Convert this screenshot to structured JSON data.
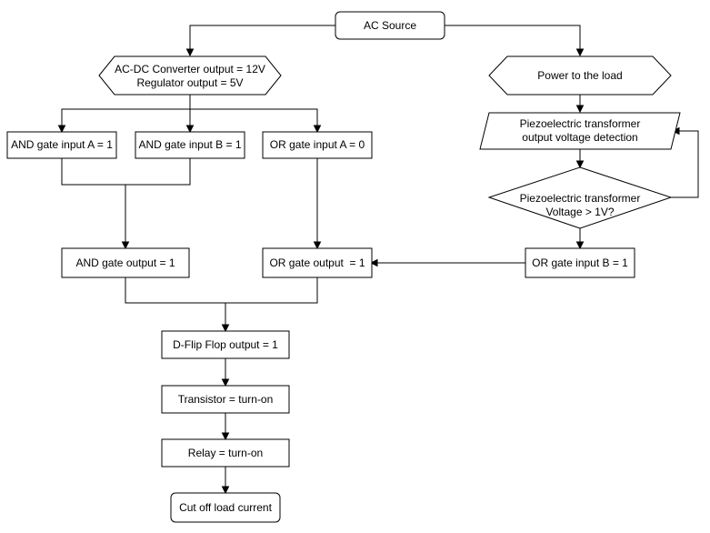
{
  "flowchart": {
    "ac_source": "AC Source",
    "converter": {
      "line1": "AC-DC Converter output = 12V",
      "line2": "Regulator output = 5V"
    },
    "power_to_load": "Power to the load",
    "piezo_detection": {
      "line1": "Piezoelectric transformer",
      "line2": "output voltage detection"
    },
    "piezo_decision": {
      "line1": "Piezoelectric transformer",
      "line2": "Voltage > 1V?"
    },
    "and_input_a": "AND gate input A = 1",
    "and_input_b": "AND gate input B = 1",
    "or_input_a": "OR gate input A = 0",
    "and_output": "AND gate output = 1",
    "or_output": "OR gate output  = 1",
    "or_input_b": "OR gate input B = 1",
    "dff_output": "D-Flip Flop output = 1",
    "transistor": "Transistor = turn-on",
    "relay": "Relay = turn-on",
    "cut_off": "Cut off load current"
  }
}
